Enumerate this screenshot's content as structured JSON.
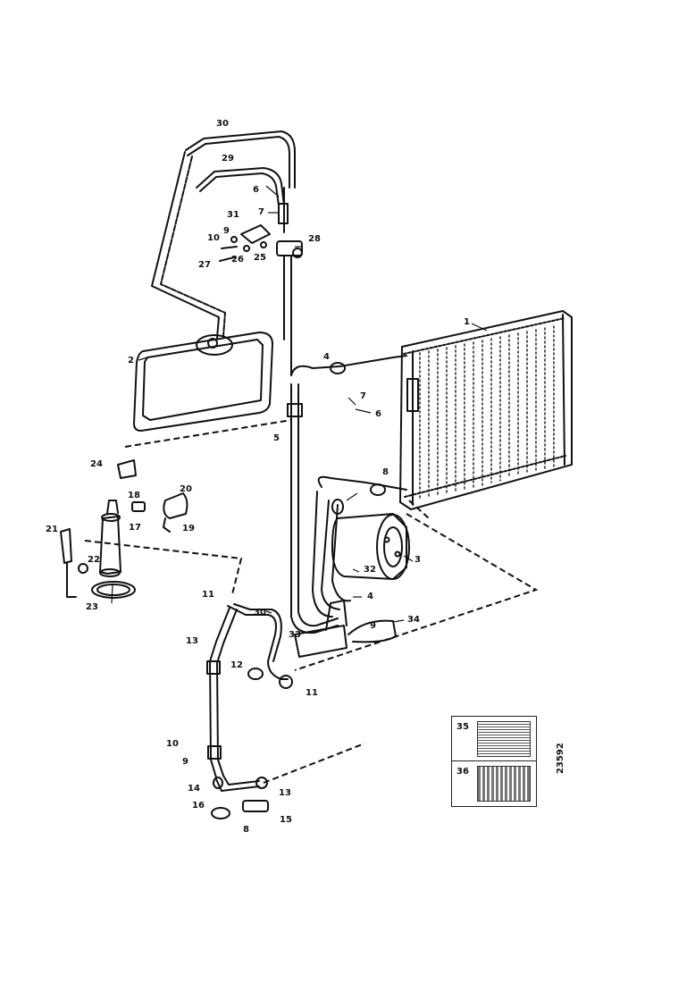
{
  "labels": {
    "l1": "1",
    "l2": "2",
    "l3": "3",
    "l4a": "4",
    "l4b": "4",
    "l5": "5",
    "l6a": "6",
    "l6b": "6",
    "l7a": "7",
    "l7b": "7",
    "l8a": "8",
    "l8b": "8",
    "l9a": "9",
    "l9b": "9",
    "l9c": "9",
    "l10a": "10",
    "l10b": "10",
    "l11a": "11",
    "l11b": "11",
    "l12": "12",
    "l13a": "13",
    "l13b": "13",
    "l14": "14",
    "l15": "15",
    "l16": "16",
    "l17": "17",
    "l18": "18",
    "l19": "19",
    "l20": "20",
    "l21": "21",
    "l22": "22",
    "l23": "23",
    "l24": "24",
    "l25": "25",
    "l26": "26",
    "l27": "27",
    "l28": "28",
    "l29": "29",
    "l30a": "30",
    "l30b": "30",
    "l31": "31",
    "l32": "32",
    "l33": "33",
    "l34": "34",
    "l35": "35",
    "l36": "36"
  },
  "figure_code": "23592"
}
